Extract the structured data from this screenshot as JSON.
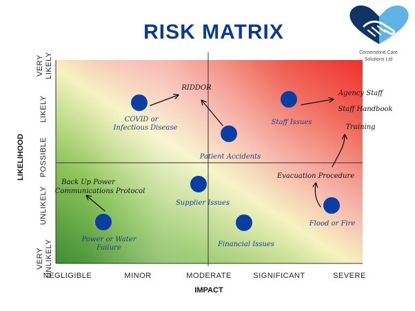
{
  "title": "RISK MATRIX",
  "company": {
    "name_line1": "Cornerstone Care",
    "name_line2": "Solutions Ltd",
    "logo_icon": "handshake-heart-icon",
    "colors": {
      "dark": "#0e3566",
      "light": "#5fb4e4"
    }
  },
  "axes": {
    "x_title": "IMPACT",
    "y_title": "LIKELIHOOD",
    "x_ticks": [
      "NEGLIGIBLE",
      "MINOR",
      "MODERATE",
      "SIGNIFICANT",
      "SEVERE"
    ],
    "y_ticks": [
      [
        "VERY",
        "LIKELY"
      ],
      [
        "LIKELY"
      ],
      [
        "POSSIBLE"
      ],
      [
        "UNLIKELY"
      ],
      [
        "VERY",
        "UNLIKELY"
      ]
    ]
  },
  "risks": [
    {
      "label": "COVID or",
      "label2": "Infectious Disease"
    },
    {
      "label": "Patient Accidents"
    },
    {
      "label": "Staff Issues"
    },
    {
      "label": "Supplier Issues"
    },
    {
      "label": "Power or Water",
      "label2": "Failure"
    },
    {
      "label": "Financial Issues"
    },
    {
      "label": "Flood or Fire"
    }
  ],
  "outcomes": {
    "riddor": "RIDDOR",
    "agency": [
      "Agency Staff",
      "Staff Handbook",
      "Training"
    ],
    "evacuation": "Evacuation Procedure",
    "backup": [
      "Back Up Power",
      "Communications Protocol"
    ]
  },
  "colors": {
    "marker": "#0b3ea3",
    "title": "#0b3a8a",
    "gradient_low": "#3f8c34",
    "gradient_high": "#f0302b"
  }
}
